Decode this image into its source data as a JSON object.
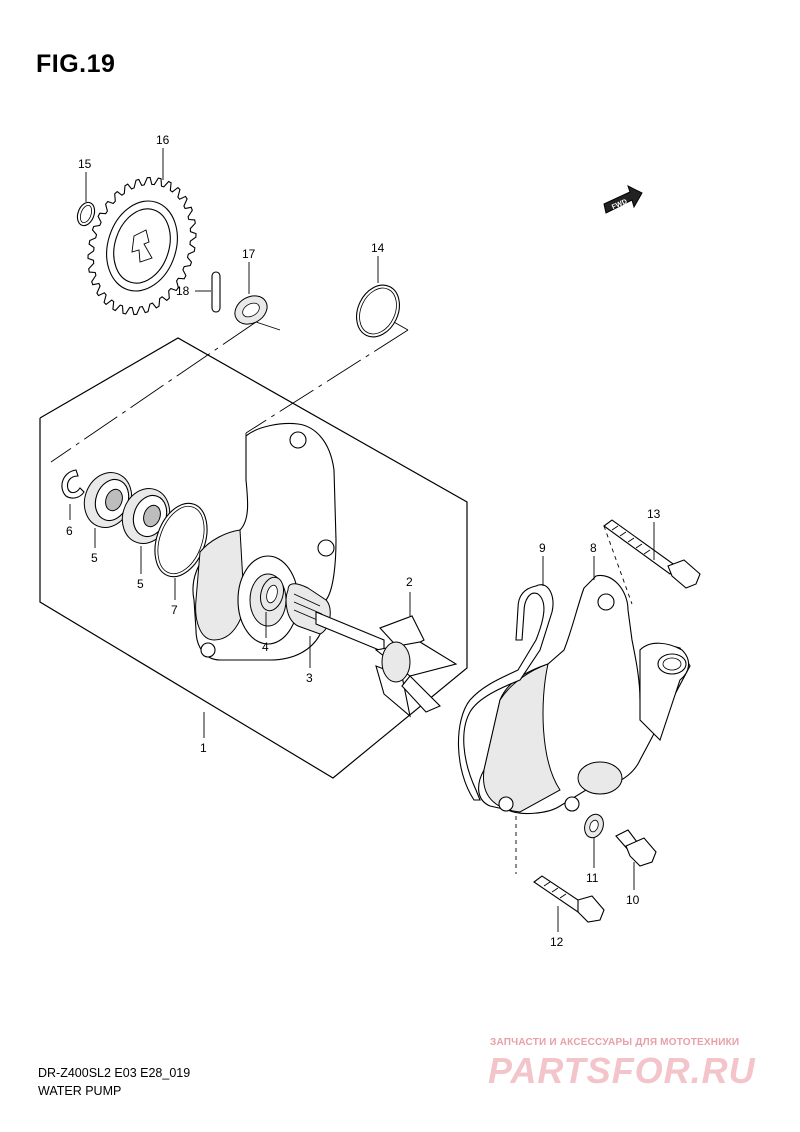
{
  "figure": {
    "title": "FIG.19",
    "fwd_badge": "FWD"
  },
  "callouts": {
    "c1": "1",
    "c2": "2",
    "c3": "3",
    "c4": "4",
    "c5a": "5",
    "c5b": "5",
    "c6": "6",
    "c7": "7",
    "c8": "8",
    "c9": "9",
    "c10": "10",
    "c11": "11",
    "c12": "12",
    "c13": "13",
    "c14": "14",
    "c15": "15",
    "c16": "16",
    "c17": "17",
    "c18": "18"
  },
  "footer": {
    "model": "DR-Z400SL2 E03 E28_019",
    "title": "WATER PUMP"
  },
  "watermark": {
    "caption": "ЗАПЧАСТИ И АКСЕССУАРЫ ДЛЯ МОТОТЕХНИКИ",
    "logo": "PARTSFOR.RU"
  }
}
